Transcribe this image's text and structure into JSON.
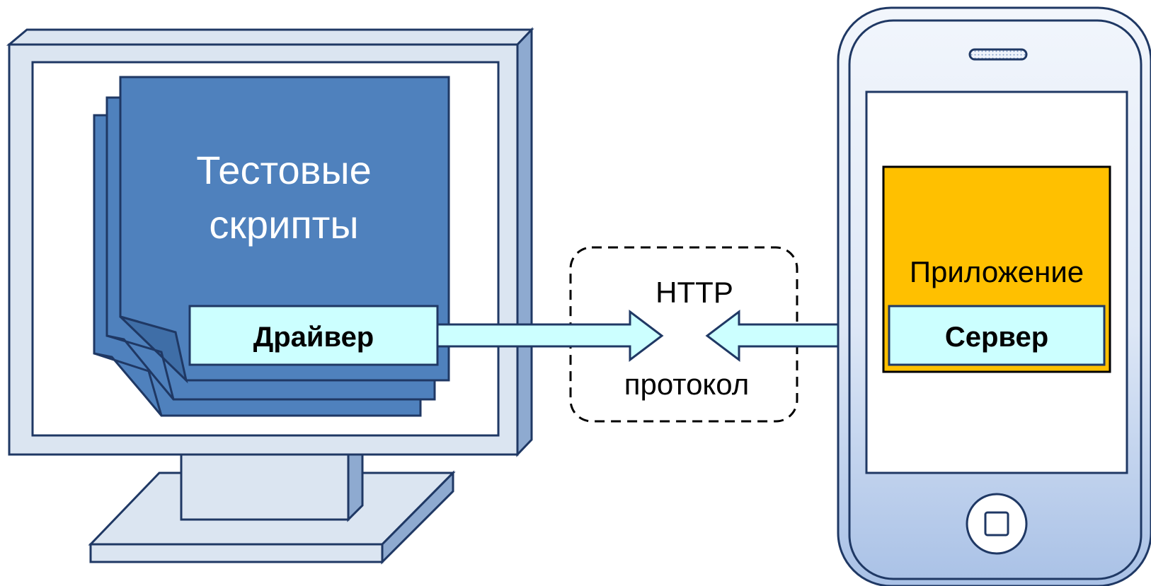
{
  "diagram": {
    "scripts_label_line1": "Тестовые",
    "scripts_label_line2": "скрипты",
    "driver_label": "Драйвер",
    "protocol_label_top": "HTTP",
    "protocol_label_bottom": "протокол",
    "app_label": "Приложение",
    "server_label": "Сервер"
  },
  "colors": {
    "monitor_fill": "#dbe5f1",
    "outline": "#1f3864",
    "script_blue": "#4f81bd",
    "driver_fill": "#ccffff",
    "app_fill": "#ffc000",
    "phone_fill_top": "#f2f6fc",
    "phone_fill_bottom": "#a9c1e6"
  }
}
